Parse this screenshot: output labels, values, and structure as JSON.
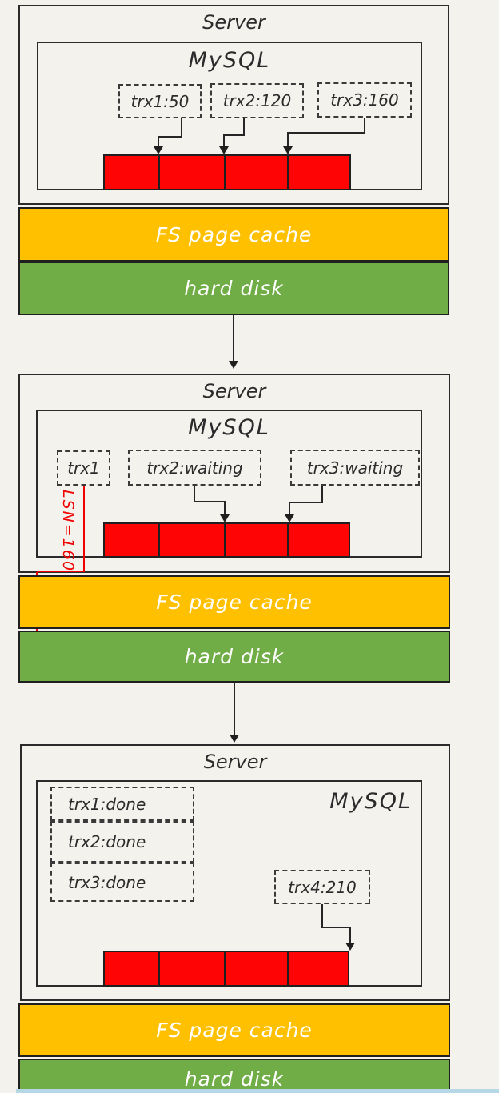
{
  "colors": {
    "background": "#f4f2ed",
    "border_black": "#2b2b2b",
    "log_buffer_red": "#fe0404",
    "fs_cache_orange": "#ffc000",
    "hard_disk_green": "#70ad47",
    "annotation_red": "#f00000",
    "bottom_strip_blue": "#b5d7e6"
  },
  "panels": {
    "p1": {
      "server": "Server",
      "mysql": "MySQL",
      "trx1": "trx1:50",
      "trx2": "trx2:120",
      "trx3": "trx3:160",
      "fs": "FS page cache",
      "disk": "hard disk"
    },
    "p2": {
      "server": "Server",
      "mysql": "MySQL",
      "trx1": "trx1",
      "trx2": "trx2:waiting",
      "trx3": "trx3:waiting",
      "lsn": "LSN=160",
      "fs": "FS page cache",
      "disk": "hard disk"
    },
    "p3": {
      "server": "Server",
      "mysql": "MySQL",
      "trx1": "trx1:done",
      "trx2": "trx2:done",
      "trx3": "trx3:done",
      "trx4": "trx4:210",
      "fs": "FS page cache",
      "disk": "hard disk"
    }
  }
}
